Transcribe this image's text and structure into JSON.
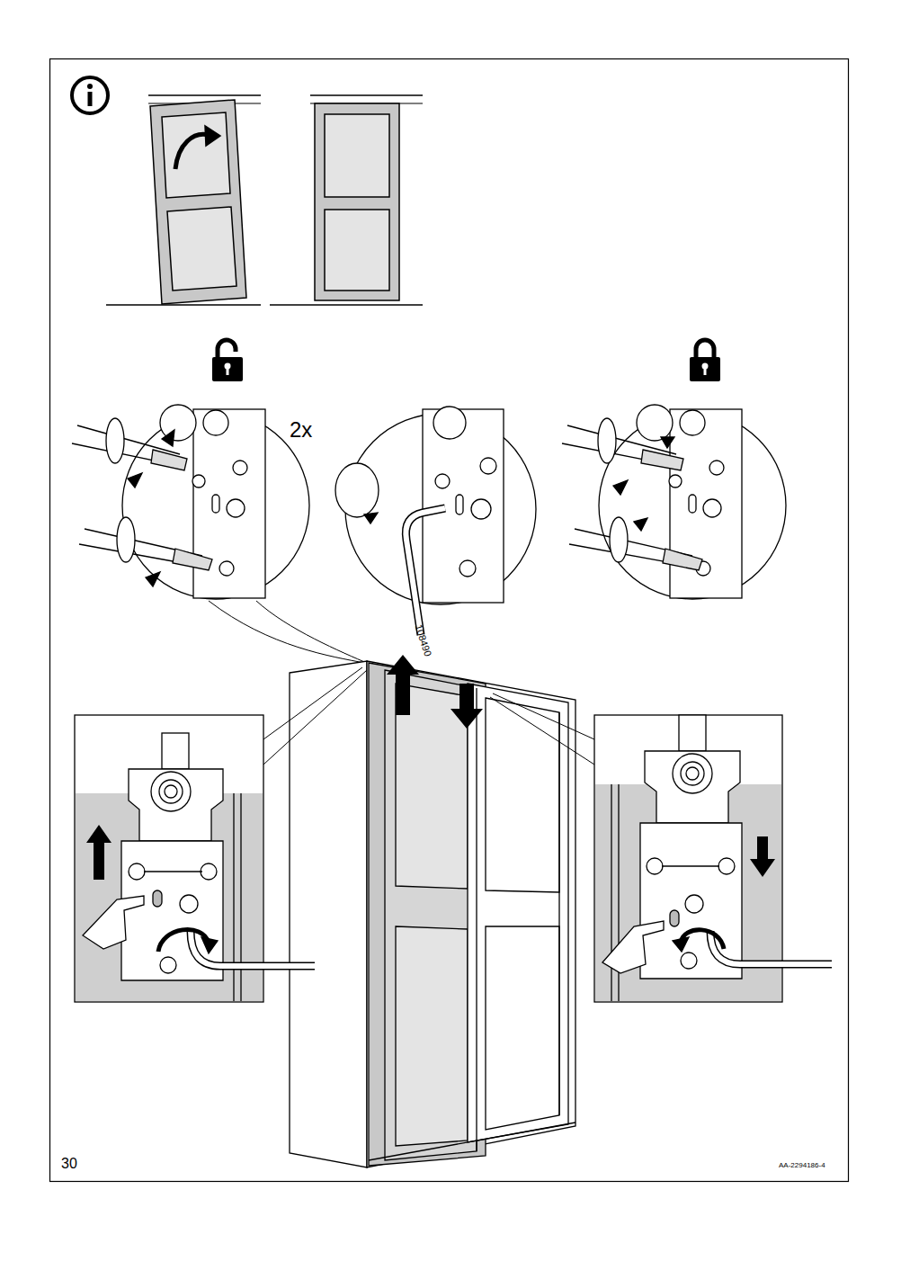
{
  "diagram": {
    "labels": [
      "2x",
      "108490",
      "30",
      "AA-2294186-4"
    ]
  }
}
